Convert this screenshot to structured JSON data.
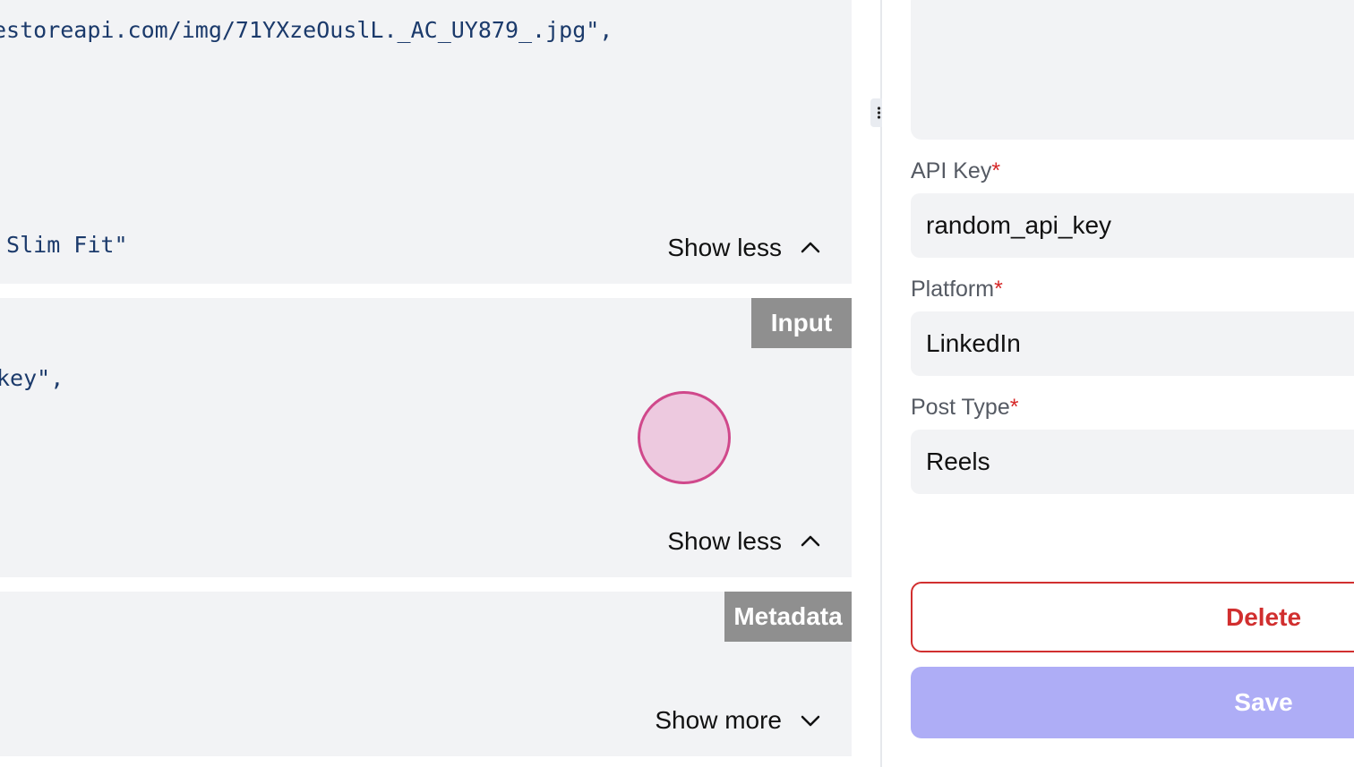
{
  "left_panel": {
    "output_block": {
      "lines": [
        "estoreapi.com/img/71YXzeOuslL._AC_UY879_.jpg\",",
        " Slim Fit\""
      ],
      "toggle_label": "Show less"
    },
    "input_block": {
      "tag": "Input",
      "lines": [
        "key\","
      ],
      "toggle_label": "Show less"
    },
    "metadata_block": {
      "tag": "Metadata",
      "toggle_label": "Show more"
    }
  },
  "form": {
    "api_key": {
      "label": "API Key",
      "required_mark": "*",
      "value": "random_api_key"
    },
    "platform": {
      "label": "Platform",
      "required_mark": "*",
      "value": "LinkedIn"
    },
    "post_type": {
      "label": "Post Type",
      "required_mark": "*",
      "value": "Reels"
    },
    "delete_label": "Delete",
    "save_label": "Save"
  },
  "colors": {
    "panel_bg": "#f2f3f5",
    "code_text": "#1b3a6b",
    "tag_bg": "#8f8f8f",
    "required": "#d62828",
    "delete": "#d12f2f",
    "save_disabled": "#aeadf6"
  },
  "icons": {
    "collapse": "chevron-up-icon",
    "expand": "chevron-down-icon",
    "drag": "drag-handle-icon"
  }
}
